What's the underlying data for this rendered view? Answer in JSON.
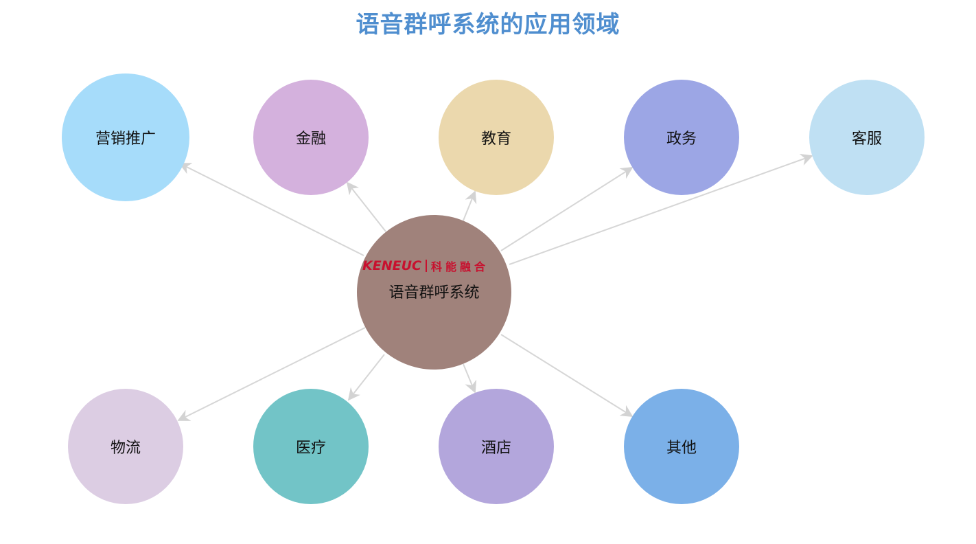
{
  "title": "语音群呼系统的应用领域",
  "center": {
    "logo_en": "KENEUC",
    "logo_cn": "科能融合",
    "label": "语音群呼系统",
    "color": "#a0827b"
  },
  "nodes": [
    {
      "label": "营销推广",
      "color": "#a6dcfa"
    },
    {
      "label": "金融",
      "color": "#d4b1dd"
    },
    {
      "label": "教育",
      "color": "#ebd8ad"
    },
    {
      "label": "政务",
      "color": "#9ca6e5"
    },
    {
      "label": "客服",
      "color": "#bfe0f3"
    },
    {
      "label": "物流",
      "color": "#dccde3"
    },
    {
      "label": "医疗",
      "color": "#72c4c7"
    },
    {
      "label": "酒店",
      "color": "#b3a6dc"
    },
    {
      "label": "其他",
      "color": "#7bb0e8"
    }
  ],
  "edge_color": "#d6d6d6"
}
